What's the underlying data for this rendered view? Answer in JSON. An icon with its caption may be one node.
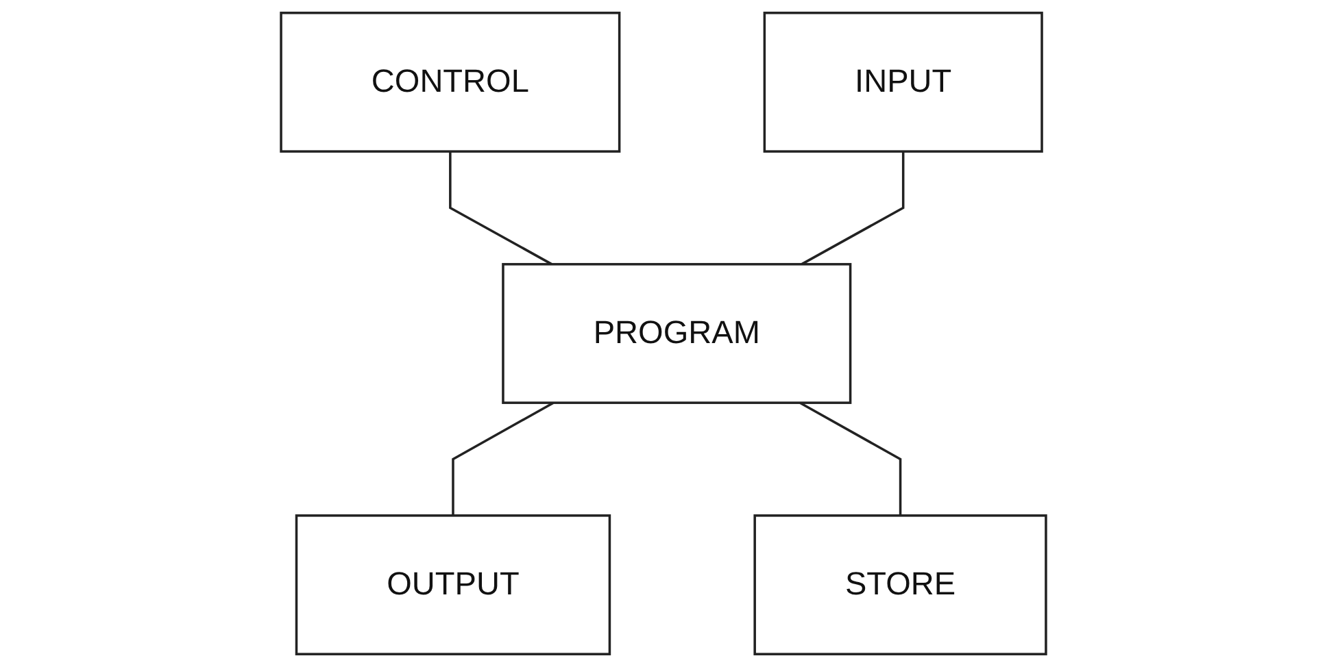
{
  "diagram": {
    "nodes": [
      {
        "text": [
          "CONTROL"
        ]
      },
      {
        "text": [
          "INPUT"
        ]
      },
      {
        "text": [
          "PROGRAM"
        ]
      },
      {
        "text": [
          "OUTPUT"
        ]
      },
      {
        "text": [
          "STORE"
        ]
      }
    ],
    "edges": [
      {
        "from": 0,
        "to": 2,
        "arrow": "none"
      },
      {
        "from": 1,
        "to": 2,
        "arrow": "none"
      },
      {
        "from": 2,
        "to": 3,
        "arrow": "none"
      },
      {
        "from": 2,
        "to": 4,
        "arrow": "none"
      }
    ]
  }
}
